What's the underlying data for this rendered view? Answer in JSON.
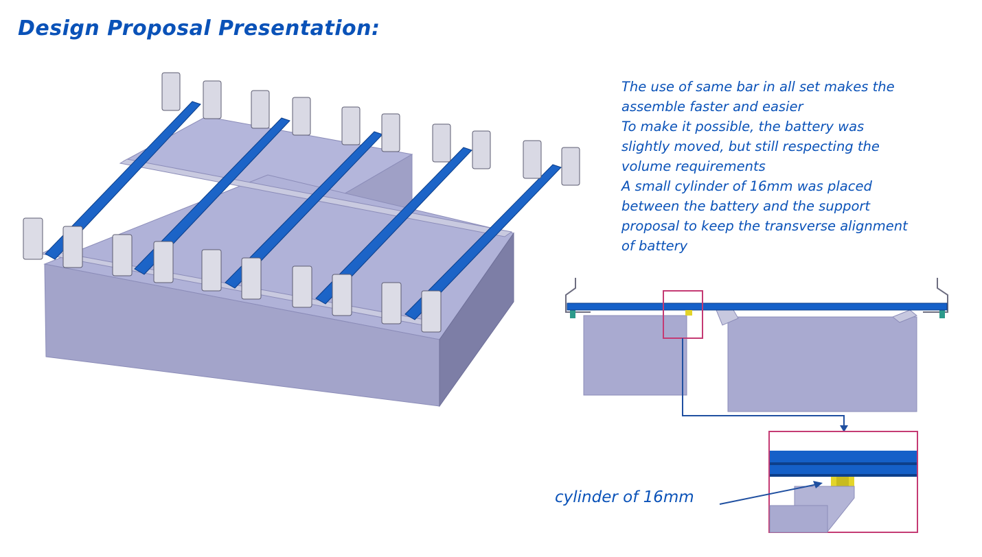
{
  "slide": {
    "title": "Design Proposal Presentation:",
    "description_lines": [
      "The use of same bar in all set makes the",
      "assemble faster and easier",
      "To make it possible, the battery was",
      "slightly moved, but still respecting the",
      "volume requirements",
      "A small cylinder of 16mm was placed",
      "between the battery and the support",
      "proposal to keep the transverse alignment",
      "of battery"
    ],
    "callout_label": "cylinder of 16mm"
  },
  "colors": {
    "text": "#0a52b8",
    "bar": "#1560c8",
    "battery": "#a9aad0",
    "highlight": "#c43a73",
    "cylinder": "#e3d42a"
  }
}
